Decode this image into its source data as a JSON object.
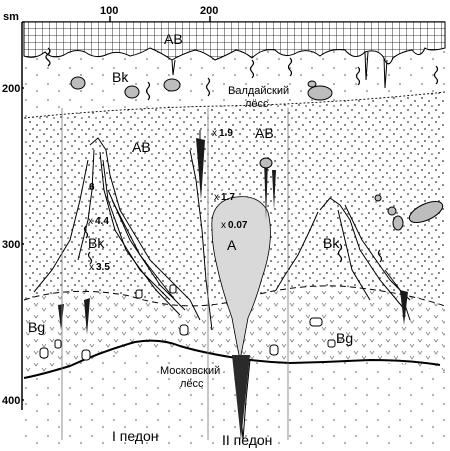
{
  "scale": {
    "unit": "sm",
    "top_ticks": [
      "100",
      "200"
    ],
    "left_ticks": [
      "200",
      "300",
      "400"
    ]
  },
  "horizons": {
    "ab_top": "AB",
    "ab_mid_1": "AB",
    "ab_mid_2": "AB",
    "bk_1": "Bk",
    "bk_2": "Bk",
    "bk_3": "Bk",
    "a": "A",
    "bg_1": "Bg",
    "bg_2": "Bg"
  },
  "annotations": {
    "valdai_line1": "Валдайский",
    "valdai_line2": "лёсс",
    "moscow_line1": "Московский",
    "moscow_line2": "лёсс",
    "v_1_9": "1.9",
    "v_1_7": "1.7",
    "v_0_07": "0.07",
    "v_6": "6",
    "v_4_4": "4.4",
    "v_3_5": "3.5"
  },
  "pedons": {
    "first": "I педон",
    "second": "II педон"
  }
}
